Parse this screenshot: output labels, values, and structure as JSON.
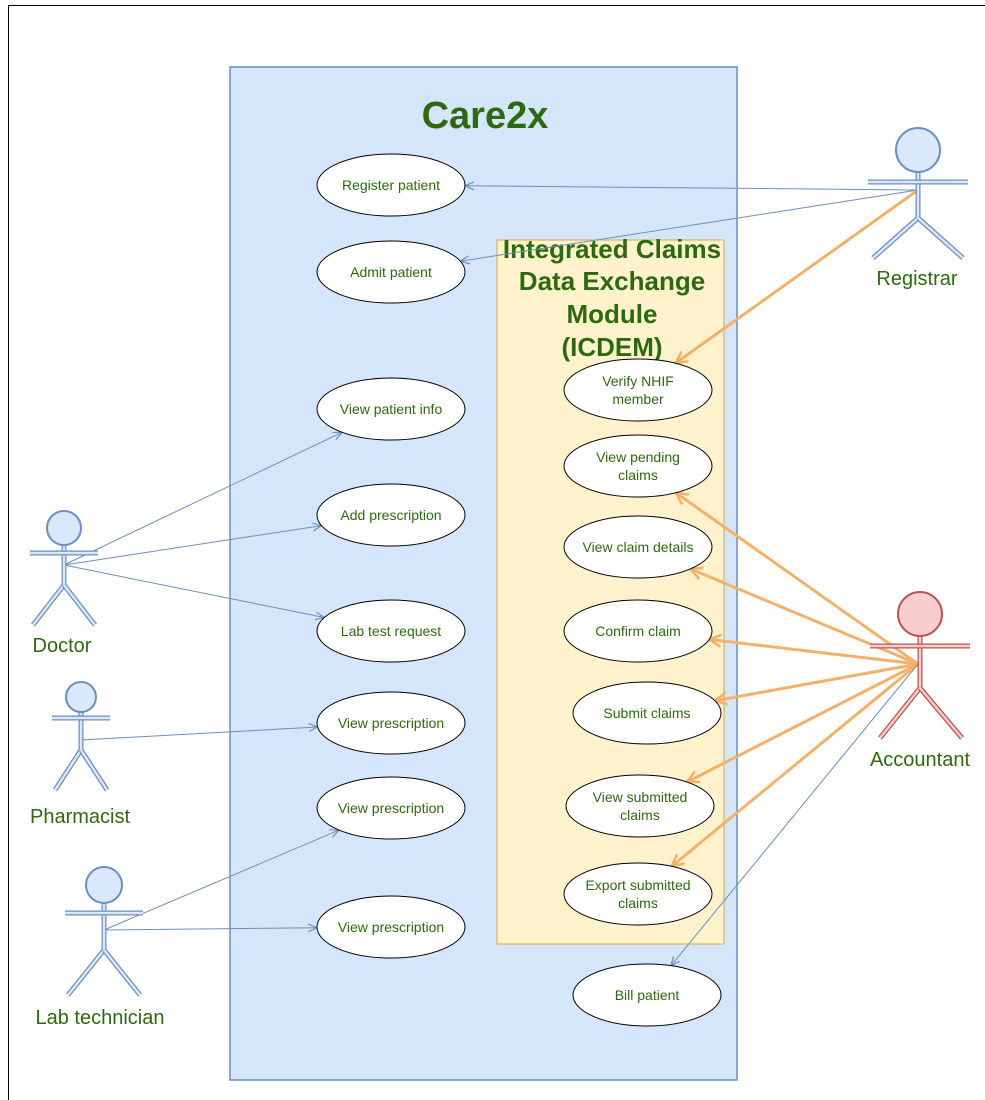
{
  "system": {
    "title": "Care2x"
  },
  "module": {
    "title_lines": [
      "Integrated Claims",
      "Data Exchange",
      "Module",
      "(ICDEM)"
    ]
  },
  "use_cases": [
    {
      "id": "uc-register-patient",
      "lines": [
        "Register patient"
      ]
    },
    {
      "id": "uc-admit-patient",
      "lines": [
        "Admit patient"
      ]
    },
    {
      "id": "uc-view-patient-info",
      "lines": [
        "View patient info"
      ]
    },
    {
      "id": "uc-add-prescription",
      "lines": [
        "Add prescription"
      ]
    },
    {
      "id": "uc-lab-test-request",
      "lines": [
        "Lab test request"
      ]
    },
    {
      "id": "uc-view-prescription-1",
      "lines": [
        "View prescription"
      ]
    },
    {
      "id": "uc-view-prescription-2",
      "lines": [
        "View prescription"
      ]
    },
    {
      "id": "uc-view-prescription-3",
      "lines": [
        "View prescription"
      ]
    },
    {
      "id": "uc-verify-nhif-member",
      "lines": [
        "Verify NHIF",
        "member"
      ]
    },
    {
      "id": "uc-view-pending-claims",
      "lines": [
        "View pending",
        "claims"
      ]
    },
    {
      "id": "uc-view-claim-details",
      "lines": [
        "View claim details"
      ]
    },
    {
      "id": "uc-confirm-claim",
      "lines": [
        "Confirm claim"
      ]
    },
    {
      "id": "uc-submit-claims",
      "lines": [
        "Submit claims"
      ]
    },
    {
      "id": "uc-view-submitted-claims",
      "lines": [
        "View submitted",
        "claims"
      ]
    },
    {
      "id": "uc-export-submitted-claims",
      "lines": [
        "Export submitted",
        "claims"
      ]
    },
    {
      "id": "uc-bill-patient",
      "lines": [
        "Bill patient"
      ]
    }
  ],
  "actors": [
    {
      "id": "actor-registrar",
      "label": "Registrar",
      "color": "blue"
    },
    {
      "id": "actor-doctor",
      "label": "Doctor",
      "color": "blue"
    },
    {
      "id": "actor-pharmacist",
      "label": "Pharmacist",
      "color": "blue"
    },
    {
      "id": "actor-lab-technician",
      "label": "Lab technician",
      "color": "blue"
    },
    {
      "id": "actor-accountant",
      "label": "Accountant",
      "color": "red"
    }
  ],
  "associations": [
    {
      "from": "actor-registrar",
      "to": "uc-register-patient",
      "style": "thin"
    },
    {
      "from": "actor-registrar",
      "to": "uc-admit-patient",
      "style": "thin"
    },
    {
      "from": "actor-registrar",
      "to": "uc-verify-nhif-member",
      "style": "thick"
    },
    {
      "from": "actor-doctor",
      "to": "uc-view-patient-info",
      "style": "thin"
    },
    {
      "from": "actor-doctor",
      "to": "uc-add-prescription",
      "style": "thin"
    },
    {
      "from": "actor-doctor",
      "to": "uc-lab-test-request",
      "style": "thin"
    },
    {
      "from": "actor-pharmacist",
      "to": "uc-view-prescription-1",
      "style": "thin"
    },
    {
      "from": "actor-lab-technician",
      "to": "uc-view-prescription-2",
      "style": "thin"
    },
    {
      "from": "actor-lab-technician",
      "to": "uc-view-prescription-3",
      "style": "thin"
    },
    {
      "from": "actor-accountant",
      "to": "uc-view-pending-claims",
      "style": "thick"
    },
    {
      "from": "actor-accountant",
      "to": "uc-view-claim-details",
      "style": "thick"
    },
    {
      "from": "actor-accountant",
      "to": "uc-confirm-claim",
      "style": "thick"
    },
    {
      "from": "actor-accountant",
      "to": "uc-submit-claims",
      "style": "thick"
    },
    {
      "from": "actor-accountant",
      "to": "uc-view-submitted-claims",
      "style": "thick"
    },
    {
      "from": "actor-accountant",
      "to": "uc-export-submitted-claims",
      "style": "thick"
    },
    {
      "from": "actor-accountant",
      "to": "uc-bill-patient",
      "style": "thin"
    }
  ],
  "colors": {
    "system_fill": "#d6e6fa",
    "system_stroke": "#6c8ebf",
    "module_fill": "#fff2cc",
    "module_stroke": "#d6b656",
    "text_green": "#2d6a0f",
    "thin_line": "#6c8ebf",
    "thick_line": "#f5b16a",
    "actor_blue_fill": "#dae8fc",
    "actor_blue_stroke": "#6c8ebf",
    "actor_red_fill": "#f8cecc",
    "actor_red_stroke": "#b85450"
  }
}
